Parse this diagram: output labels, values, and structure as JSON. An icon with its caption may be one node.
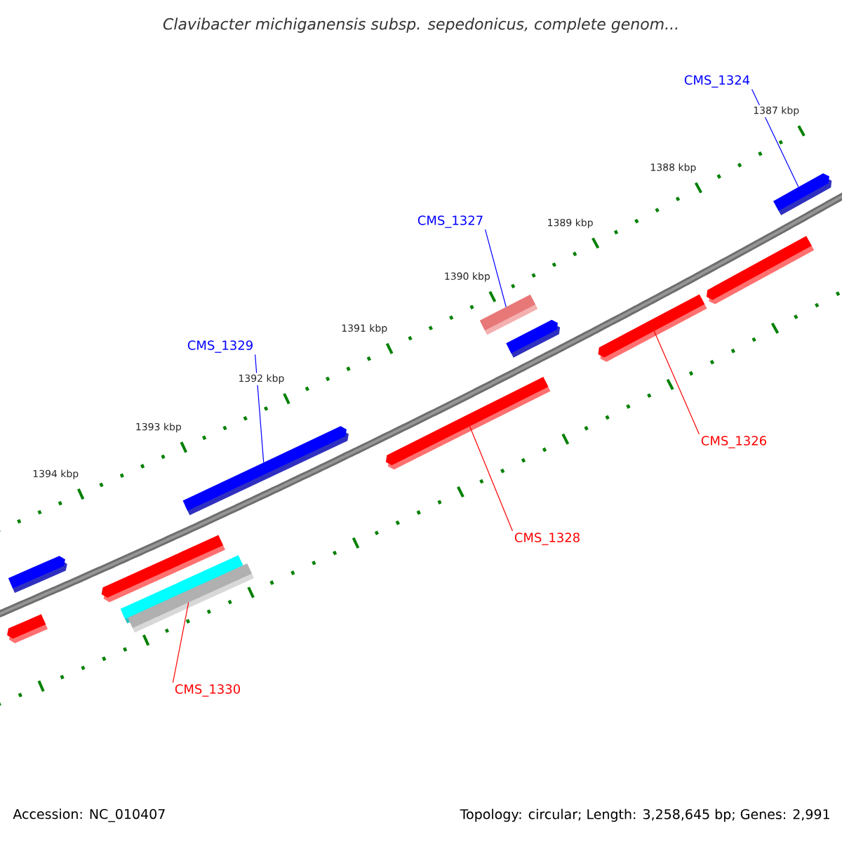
{
  "diagram": {
    "title": "Clavibacter michiganensis subsp. sepedonicus, complete genom...",
    "nodes": [
      {
        "text": [
          "CMS_1324"
        ]
      },
      {
        "text": [
          "CMS_1327"
        ]
      },
      {
        "text": [
          "CMS_1329"
        ]
      },
      {
        "text": [
          "CMS_1326"
        ]
      },
      {
        "text": [
          "CMS_1328"
        ]
      },
      {
        "text": [
          "CMS_1330"
        ]
      },
      {
        "text": [],
        "shape": "arrow"
      },
      {
        "text": [],
        "shape": "arrow"
      },
      {
        "text": [],
        "shape": "arrow"
      },
      {
        "text": [],
        "shape": "bar"
      },
      {
        "text": [],
        "shape": "bar"
      },
      {
        "text": [],
        "shape": "arrow"
      },
      {
        "text": [],
        "shape": "arrow"
      },
      {
        "text": [],
        "shape": "bar"
      },
      {
        "text": [],
        "shape": "arrow"
      },
      {
        "text": [],
        "shape": "arrow"
      },
      {
        "text": [],
        "shape": "arrow"
      },
      {
        "text": [],
        "shape": "arrow"
      }
    ],
    "edges": [
      {
        "from": 0,
        "to": 17,
        "arrow": "none",
        "color": "#0000ff"
      },
      {
        "from": 1,
        "to": 13,
        "arrow": "none",
        "color": "#0000ff"
      },
      {
        "from": 2,
        "to": 11,
        "arrow": "none",
        "color": "#0000ff"
      },
      {
        "from": 3,
        "to": 15,
        "arrow": "none",
        "color": "#ff0000"
      },
      {
        "from": 4,
        "to": 12,
        "arrow": "none",
        "color": "#ff0000"
      },
      {
        "from": 5,
        "to": 10,
        "arrow": "none",
        "color": "#ff0000"
      }
    ],
    "labels": [
      "1387 kbp",
      "1388 kbp",
      "1389 kbp",
      "1390 kbp",
      "1391 kbp",
      "1392 kbp",
      "1393 kbp",
      "1394 kbp",
      "Accession: NC_010407",
      "Topology: circular; Length: 3,258,645 bp; Genes: 2,991"
    ]
  }
}
